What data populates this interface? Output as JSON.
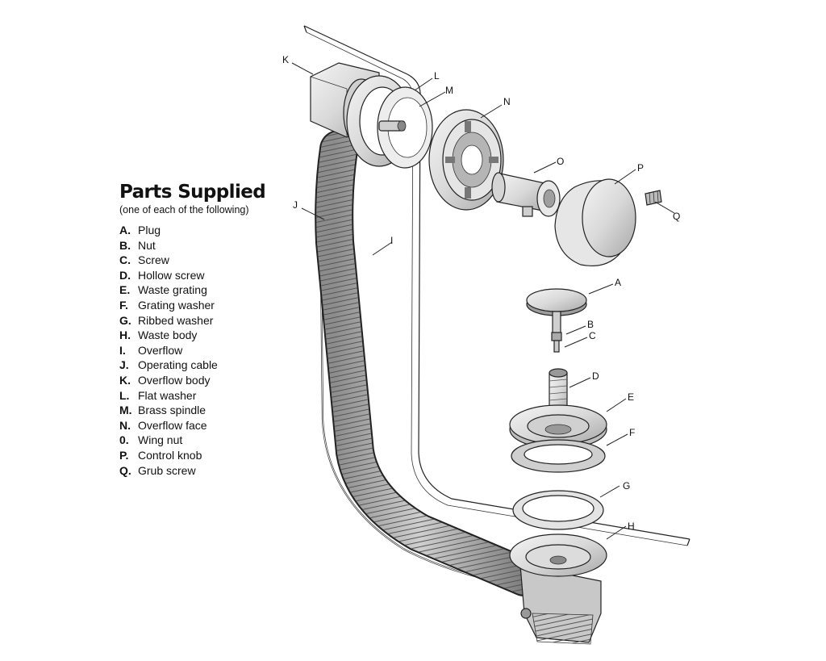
{
  "panel": {
    "title": "Parts Supplied",
    "subtitle": "(one of each of the following)"
  },
  "parts": [
    {
      "letter": "A.",
      "name": "Plug"
    },
    {
      "letter": "B.",
      "name": "Nut"
    },
    {
      "letter": "C.",
      "name": "Screw"
    },
    {
      "letter": "D.",
      "name": "Hollow screw"
    },
    {
      "letter": "E.",
      "name": "Waste grating"
    },
    {
      "letter": "F.",
      "name": "Grating washer"
    },
    {
      "letter": "G.",
      "name": "Ribbed washer"
    },
    {
      "letter": "H.",
      "name": "Waste body"
    },
    {
      "letter": "I.",
      "name": "Overflow"
    },
    {
      "letter": "J.",
      "name": "Operating cable"
    },
    {
      "letter": "K.",
      "name": "Overflow body"
    },
    {
      "letter": "L.",
      "name": "Flat washer"
    },
    {
      "letter": "M.",
      "name": "Brass spindle"
    },
    {
      "letter": "N.",
      "name": "Overflow face"
    },
    {
      "letter": "0.",
      "name": "Wing nut"
    },
    {
      "letter": "P.",
      "name": "Control knob"
    },
    {
      "letter": "Q.",
      "name": "Grub screw"
    }
  ],
  "callouts": {
    "K": "K",
    "L": "L",
    "M": "M",
    "N": "N",
    "O": "O",
    "P": "P",
    "Q": "Q",
    "J": "J",
    "I": "I",
    "A": "A",
    "B": "B",
    "C": "C",
    "D": "D",
    "E": "E",
    "F": "F",
    "G": "G",
    "H": "H"
  }
}
